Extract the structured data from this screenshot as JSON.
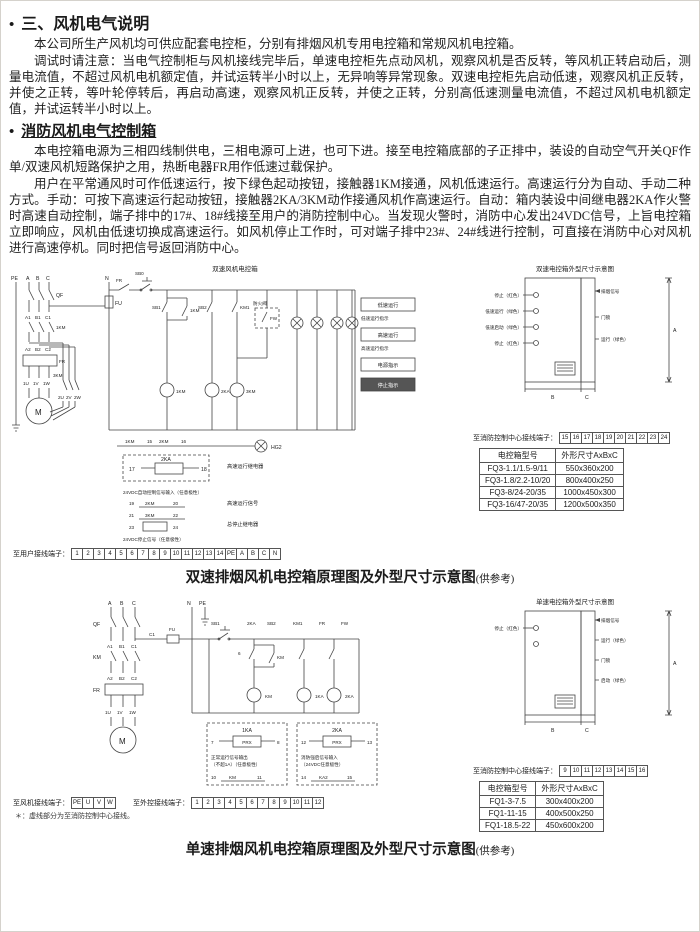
{
  "s1": {
    "bullet": "•",
    "title": "三、风机电气说明",
    "p1": "本公司所生产风机均可供应配套电控柜，分别有排烟风机专用电控箱和常规风机电控箱。",
    "p2": "调试时请注意：当电气控制柜与风机接线完毕后，单速电控柜先点动风机，观察风机是否反转，等风机正转启动后，测量电流值，不超过风机电机额定值，并试运转半小时以上，无异响等异常现象。双速电控柜先启动低速，观察风机正反转，并使之正转，等叶轮停转后，再启动高速，观察风机正反转，并使之正转，分别高低速测量电流值，不超过风机电机额定值，并试运转半小时以上。"
  },
  "s2": {
    "bullet": "•",
    "title": "消防风机电气控制箱",
    "p1": "本电控箱电源为三相四线制供电，三相电源可上进，也可下进。接至电控箱底部的子正排中，装设的自动空气开关QF作单/双速风机短路保护之用，热断电器FR用作低速过载保护。",
    "p2": "用户在平常通风时可作低速运行，按下绿色起动按钮，接触器1KM接通，风机低速运行。高速运行分为自动、手动二种方式。手动：可按下高速运行起动按钮，接触器2KA/3KM动作接通风机作高速运行。自动：箱内装设中间继电器2KA作火警时高速自动控制，端子排中的17#、18#线接至用户的消防控制中心。当发现火警时，消防中心发出24VDC信号，上旨电控箱立即响应，风机由低速切换成高速运行。如风机停止工作时，可对端子排中23#、24#线进行控制，可直接在消防中心对风机进行高速停机。同时把信号返回消防中心。"
  },
  "d1": {
    "cap": "双速排烟风机电控箱原理图及外型尺寸示意图",
    "capNote": "(供参考)",
    "sch": {
      "title": "双速风机电控箱",
      "lab": {
        "pe": "PE",
        "a": "A",
        "b": "B",
        "c": "C",
        "n": "N",
        "qf": "QF",
        "fu": "FU",
        "fr": "FR",
        "km1": "1KM",
        "km3": "3KM",
        "a1": "A1",
        "b1": "B1",
        "c1": "C1",
        "a2": "A2",
        "b2": "B2",
        "c2": "C2",
        "u1": "1U",
        "v1": "1V",
        "w1": "1W",
        "u2": "2U",
        "v2": "2V",
        "w2": "2W",
        "m": "M",
        "sb0": "SB0",
        "sb1": "SB1",
        "sb2": "SB2",
        "km1c": "KM1",
        "fw": "FW",
        "fhf": "防火阀",
        "ka2c": "2KA",
        "km3c": "3KM",
        "km1co": "1KM",
        "hg2": "HG2"
      },
      "ind": {
        "i1": "低速运行",
        "i1s": "低速运行指示",
        "i2": "高速运行",
        "i2s": "高速运行指示",
        "i3": "电源指示",
        "i4": "停止指示"
      },
      "rly": {
        "a": "1KM",
        "b": "15",
        "c": "2KM",
        "d": "16",
        "ka2": "2KA",
        "t17": "17",
        "t18": "18",
        "hsr": "高速运行继电器",
        "in24": "24VDC自动控制信号输入（任意极性）",
        "t19": "19",
        "km2": "2KM",
        "t20": "20",
        "hss": "高速运行信号",
        "t21": "21",
        "km3": "3KM",
        "t22": "22",
        "t23": "23",
        "t24": "24",
        "str": "总停止继电器",
        "st24": "24VDC停止信号（任意极性）"
      },
      "strip1": {
        "title": "至用户接线端子：",
        "cells": [
          "1",
          "2",
          "3",
          "4",
          "5",
          "6",
          "7",
          "8",
          "9",
          "10",
          "11",
          "12",
          "13",
          "14",
          "PE",
          "A",
          "B",
          "C",
          "N"
        ]
      }
    },
    "out": {
      "title": "双速电控箱外型尺寸示意图",
      "l1": "停止（红色）",
      "l2": "低速运行（绿色）",
      "l3": "低速启动（绿色）",
      "l4": "停止（红色）",
      "r1": "排烟信号",
      "r2": "门锁",
      "r3": "运行（绿色）",
      "dimA": "A",
      "dimB": "B",
      "dimC": "C",
      "strip": {
        "title": "至消防控制中心接线端子：",
        "cells": [
          "15",
          "16",
          "17",
          "18",
          "19",
          "20",
          "21",
          "22",
          "23",
          "24"
        ]
      }
    },
    "tbl": {
      "h1": "电控箱型号",
      "h2": "外形尺寸AxBxC",
      "rows": [
        [
          "FQ3-1.1/1.5-9/11",
          "550x360x200"
        ],
        [
          "FQ3-1.8/2.2-10/20",
          "800x400x250"
        ],
        [
          "FQ3-8/24-20/35",
          "1000x450x300"
        ],
        [
          "FQ3-16/47-20/35",
          "1200x500x350"
        ]
      ]
    }
  },
  "d2": {
    "cap": "单速排烟风机电控箱原理图及外型尺寸示意图",
    "capNote": "(供参考)",
    "sch": {
      "lab": {
        "a": "A",
        "b": "B",
        "c": "C",
        "n": "N",
        "pe": "PE",
        "qf": "QF",
        "km": "KM",
        "fu": "FU",
        "fr": "FR",
        "fw": "FW",
        "c1t": "C1",
        "a1": "A1",
        "b1": "B1",
        "c1": "C1",
        "a2": "A2",
        "b2": "B2",
        "c2": "C2",
        "u1": "1U",
        "v1": "1V",
        "w1": "1W",
        "m": "M",
        "sb1": "SB1",
        "sb2": "SB2",
        "km1": "KM1",
        "ka1": "1KA",
        "ka2": "2KA",
        "n6": "6",
        "kmc": "KM"
      },
      "r1": {
        "name": "1KA",
        "prx": "PRX",
        "t7": "7",
        "t8": "8",
        "lbl1": "正常运行信号输出",
        "lbl2": "（不超1A）（任意极性）",
        "t10": "10",
        "km": "KM",
        "t11": "11"
      },
      "r2": {
        "name": "2KA",
        "prx": "PRX",
        "t12": "12",
        "t13": "13",
        "lbl1": "消防强启信号输入",
        "lbl2": "（24VDC任意极性）",
        "t14": "14",
        "ka2": "KA2",
        "t15": "15"
      },
      "stripFan": {
        "title": "至风机接线端子：",
        "cells": [
          "PE",
          "U",
          "V",
          "W"
        ]
      },
      "stripExt": {
        "title": "至外控接线端子：",
        "cells": [
          "1",
          "2",
          "3",
          "4",
          "5",
          "6",
          "7",
          "8",
          "9",
          "10",
          "11",
          "12"
        ]
      },
      "note": "＊：虚线部分为至消防控制中心接线。"
    },
    "out": {
      "title": "单速电控箱外型尺寸示意图",
      "l1": "停止（红色）",
      "r1": "排烟信号",
      "r2": "运行（绿色）",
      "r3": "门锁",
      "r4": "启动（绿色）",
      "dimA": "A",
      "dimB": "B",
      "dimC": "C",
      "strip": {
        "title": "至消防控制中心接线端子：",
        "cells": [
          "9",
          "10",
          "11",
          "12",
          "13",
          "14",
          "15",
          "16"
        ]
      }
    },
    "tbl": {
      "h1": "电控箱型号",
      "h2": "外形尺寸AxBxC",
      "rows": [
        [
          "FQ1-3-7.5",
          "300x400x200"
        ],
        [
          "FQ1-11-15",
          "400x500x250"
        ],
        [
          "FQ1-18.5-22",
          "450x600x200"
        ]
      ]
    }
  }
}
